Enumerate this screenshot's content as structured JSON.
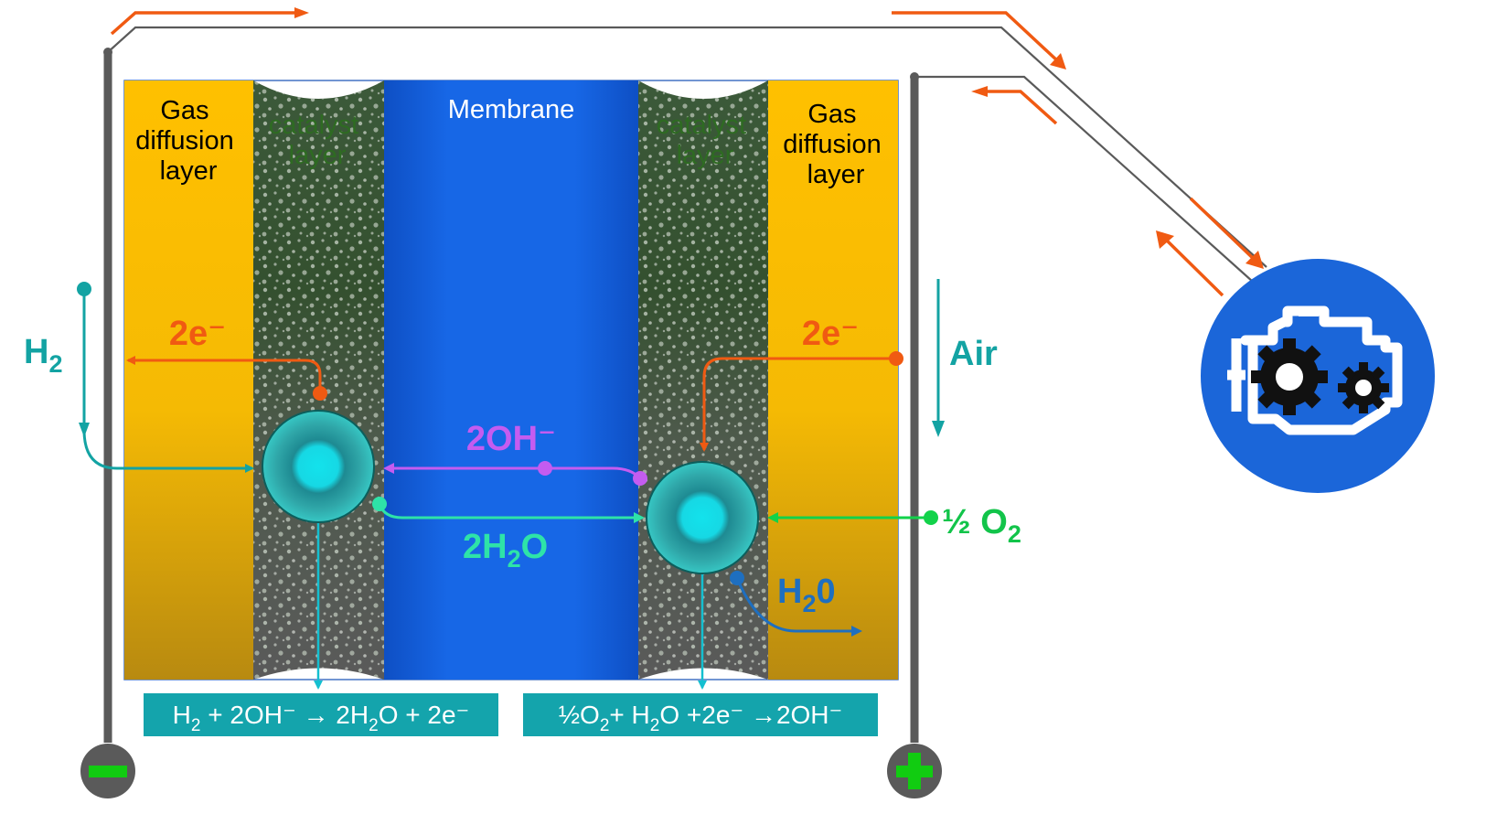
{
  "labels": {
    "gdl_left": [
      "Gas",
      "diffusion",
      "layer"
    ],
    "gdl_right": [
      "Gas",
      "diffusion",
      "layer"
    ],
    "catalyst_left": [
      "catalyst",
      "layer"
    ],
    "catalyst_right": [
      "catalyst",
      "layer"
    ],
    "membrane": "Membrane",
    "electrons_left": "2e⁻",
    "electrons_right": "2e⁻",
    "hydroxide": "2OH⁻",
    "water_mid": {
      "main": "2H",
      "sub": "2",
      "tail": "O"
    },
    "hydrogen": {
      "main": "H",
      "sub": "2"
    },
    "air": "Air",
    "oxygen": {
      "main": "½ O",
      "sub": "2"
    },
    "water_out": {
      "main": "H",
      "sub": "2",
      "tail": "0"
    }
  },
  "equations": {
    "anode": {
      "p1": "H",
      "s1": "2",
      "p2": " + 2OH⁻ → 2H",
      "s2": "2",
      "p3": "O + 2e⁻"
    },
    "cathode": {
      "p1": "½O",
      "s1": "2",
      "p2": "+ H",
      "s2": "2",
      "p3": "O +2e⁻ →2OH⁻"
    }
  },
  "icons": {
    "negative_terminal": "minus-icon",
    "positive_terminal": "plus-icon",
    "load": "engine-gears-icon"
  },
  "colors": {
    "gas_diffusion_layer": "#FDBF00",
    "membrane": "#1565E0",
    "electron_flow": "#F05A12",
    "hydroxide": "#C45CF0",
    "water": "#2EE3A8",
    "hydrogen": "#13A3A3",
    "oxygen": "#12C44A",
    "water_out": "#1E6FC0",
    "equation_box": "#14A4AC",
    "terminal_sign": "#11CC11",
    "load_circle": "#1B66D9"
  }
}
